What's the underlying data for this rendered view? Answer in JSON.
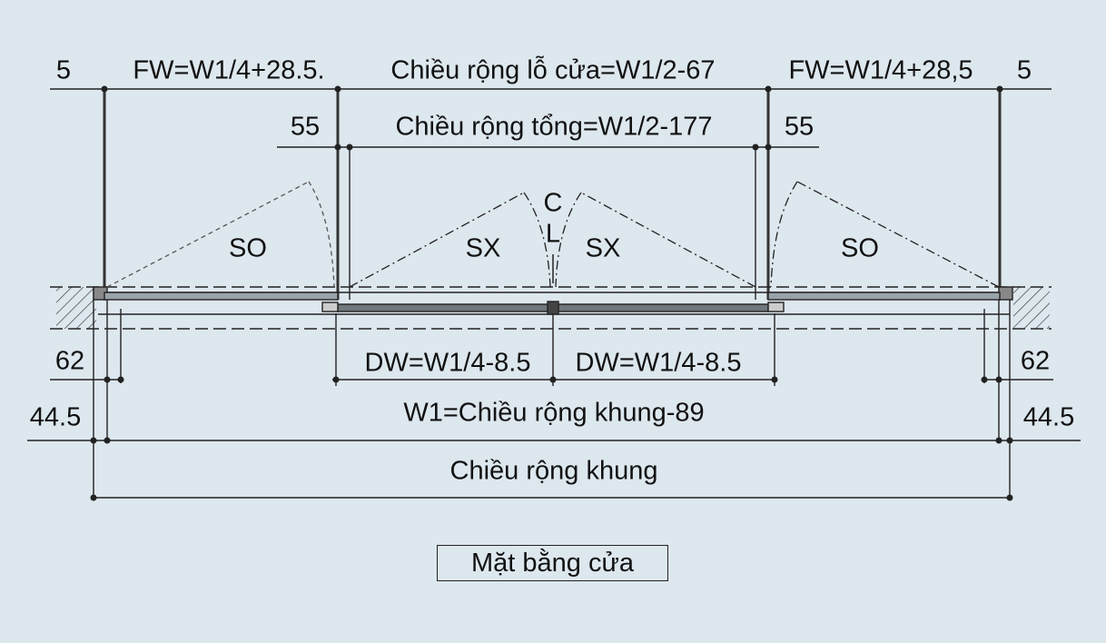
{
  "labels": {
    "left_five": "5",
    "right_five": "5",
    "fw_left": "FW=W1/4+28.5.",
    "opening_width": "Chiều rộng lỗ cửa=W1/2-67",
    "fw_right": "FW=W1/4+28,5",
    "left_55": "55",
    "right_55": "55",
    "total_width": "Chiều rộng tổng=W1/2-177",
    "cl_c": "C",
    "cl_l": "L",
    "so_left": "SO",
    "sx_left": "SX",
    "sx_right": "SX",
    "so_right": "SO",
    "left_62": "62",
    "right_62": "62",
    "dw_left": "DW=W1/4-8.5",
    "dw_right": "DW=W1/4-8.5",
    "left_445": "44.5",
    "right_445": "44.5",
    "w1": "W1=Chiều rộng khung-89",
    "frame_width": "Chiều rộng khung"
  },
  "caption": "Mặt bằng cửa",
  "colors": {
    "background": "#dde7ee",
    "line": "#222222",
    "leaf": "#555555"
  }
}
